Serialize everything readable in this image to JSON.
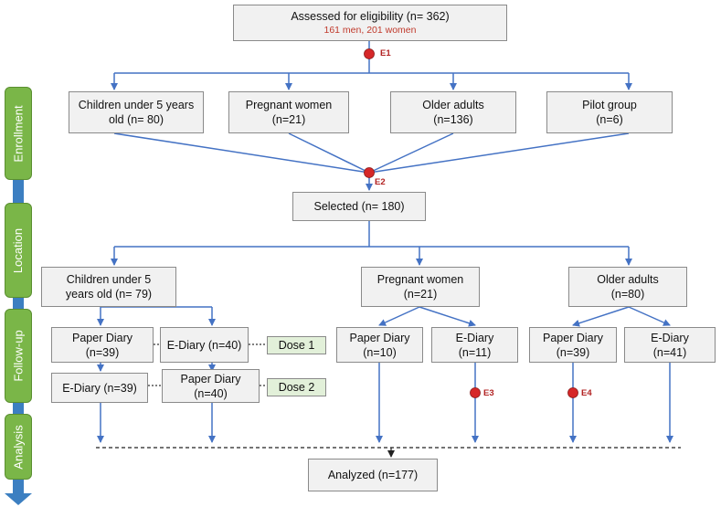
{
  "phases": [
    "Enrollment",
    "Location",
    "Follow-up",
    "Analysis"
  ],
  "assessed": {
    "title": "Assessed for eligibility (n= 362)",
    "subtitle": "161 men, 201 women"
  },
  "enrollment_groups": [
    "Children under 5 years old (n= 80)",
    "Pregnant women (n=21)",
    "Older adults (n=136)",
    "Pilot group (n=6)"
  ],
  "selected": "Selected (n= 180)",
  "location_groups": [
    "Children under 5 years old (n= 79)",
    "Pregnant women (n=21)",
    "Older adults (n=80)"
  ],
  "children_arms": {
    "paper1": "Paper Diary (n=39)",
    "ediary1": "E-Diary (n=40)",
    "ediary2": "E-Diary (n=39)",
    "paper2": "Paper Diary (n=40)",
    "dose1": "Dose 1",
    "dose2": "Dose 2"
  },
  "pregnant_arms": [
    "Paper Diary (n=10)",
    "E-Diary (n=11)"
  ],
  "older_arms": [
    "Paper Diary (n=39)",
    "E-Diary (n=41)"
  ],
  "events": [
    "E1",
    "E2",
    "E3",
    "E4"
  ],
  "analyzed": "Analyzed (n=177)",
  "colors": {
    "arrow": "#4472c4",
    "event_dot": "#d62728",
    "phase_fill": "#7ab648",
    "dose_fill": "#e2f0d9"
  }
}
